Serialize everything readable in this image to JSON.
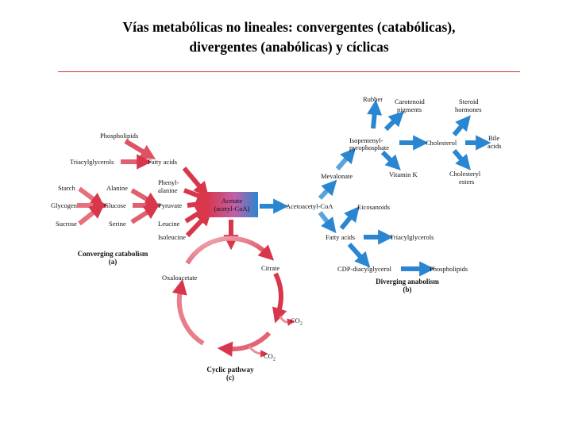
{
  "title": {
    "line1": "Vías metabólicas no lineales: convergentes (catabólicas),",
    "line2": "divergentes (anabólicas) y cíclicas"
  },
  "catabolism": {
    "phospholipids": "Phospholipids",
    "triacylglycerols": "Triacylglycerols",
    "fatty_acids": "Fatty acids",
    "starch": "Starch",
    "glycogen": "Glycogen",
    "sucrose": "Sucrose",
    "alanine": "Alanine",
    "glucose": "Glucose",
    "serine": "Serine",
    "phenylalanine_1": "Phenyl-",
    "phenylalanine_2": "alanine",
    "pyruvate": "Pyruvate",
    "leucine": "Leucine",
    "isoleucine": "Isoleucine",
    "acetate_1": "Acetate",
    "acetate_2": "(acetyl-CoA)",
    "caption_1": "Converging catabolism",
    "caption_2": "(a)"
  },
  "anabolism": {
    "acetoacetyl": "Acetoacetyl-CoA",
    "mevalonate": "Mevalonate",
    "isopentenyl_1": "Isopentenyl-",
    "isopentenyl_2": "pyrophosphate",
    "rubber": "Rubber",
    "carotenoid_1": "Carotenoid",
    "carotenoid_2": "pigments",
    "vitamin_k": "Vitamin K",
    "cholesterol": "Cholesterol",
    "steroid_1": "Steroid",
    "steroid_2": "hormones",
    "bile_1": "Bile",
    "bile_2": "acids",
    "chol_esters_1": "Cholesteryl",
    "chol_esters_2": "esters",
    "eicosanoids": "Eicosanoids",
    "fatty_acids": "Fatty acids",
    "triacylglycerols": "Triacylglycerols",
    "cdp": "CDP-diacylglycerol",
    "phospholipids": "Phospholipids",
    "caption_1": "Diverging anabolism",
    "caption_2": "(b)"
  },
  "cyclic": {
    "oxaloacetate": "Oxaloacetate",
    "citrate": "Citrate",
    "co2_a": "CO",
    "co2_a_sub": "2",
    "co2_b": "CO",
    "co2_b_sub": "2",
    "caption_1": "Cyclic pathway",
    "caption_2": "(c)"
  },
  "colors": {
    "catabolic": "#d8364a",
    "anabolic": "#2a86d0",
    "rule": "#d03030"
  }
}
